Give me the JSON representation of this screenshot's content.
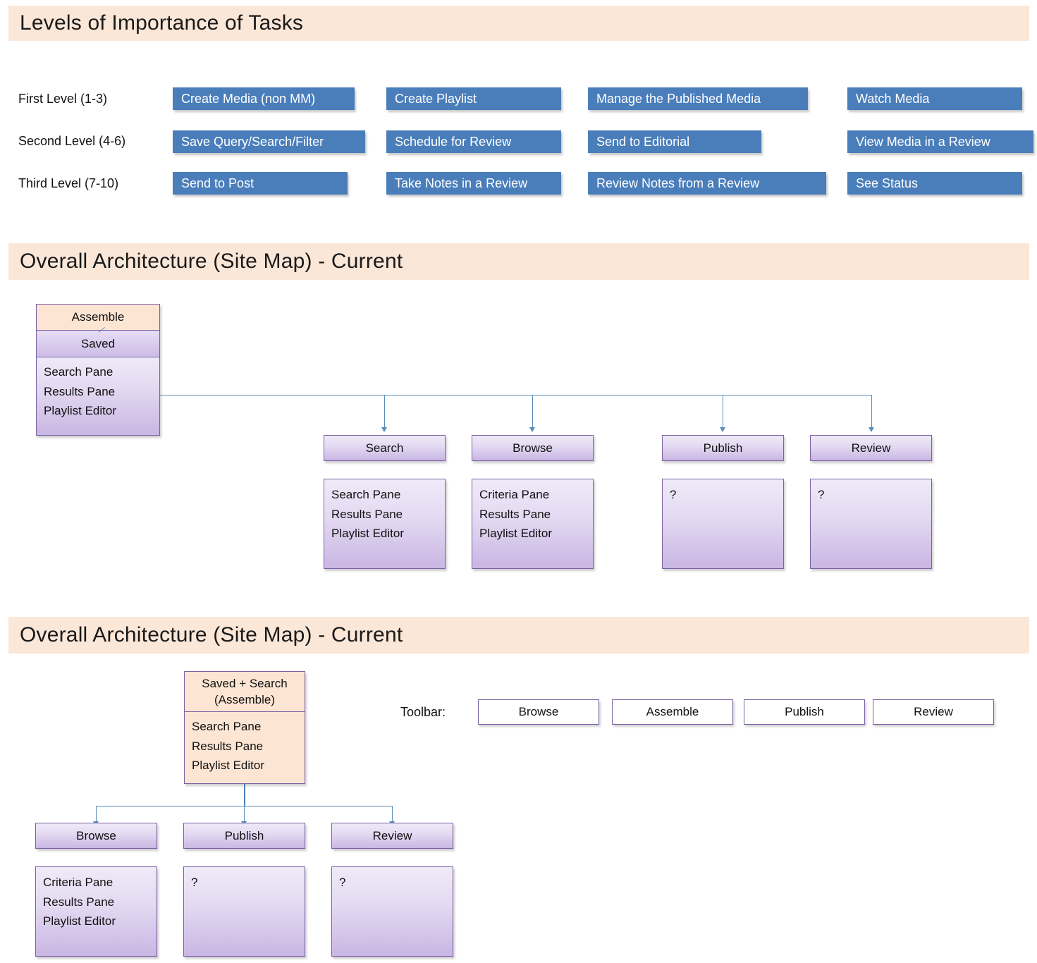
{
  "sections": [
    {
      "title": "Levels of Importance of Tasks"
    },
    {
      "title": "Overall Architecture (Site Map) - Current"
    },
    {
      "title": "Overall Architecture (Site Map) - Current"
    }
  ],
  "importance": {
    "rows": [
      {
        "label": "First Level (1-3)",
        "tasks": [
          "Create Media (non MM)",
          "Create Playlist",
          "Manage the Published Media",
          "Watch Media"
        ]
      },
      {
        "label": "Second Level (4-6)",
        "tasks": [
          "Save Query/Search/Filter",
          "Schedule for Review",
          "Send to Editorial",
          "View Media in a Review"
        ]
      },
      {
        "label": "Third Level (7-10)",
        "tasks": [
          "Send to Post",
          "Take Notes in a Review",
          "Review Notes from a Review",
          "See Status"
        ]
      }
    ],
    "chip_color": "#4A7EBB",
    "chip_text_color": "#FFFFFF"
  },
  "sitemap_current": {
    "root": {
      "title": "Assemble",
      "subtitle": "Saved",
      "panes": [
        "Search Pane",
        "Results Pane",
        "Playlist Editor"
      ]
    },
    "children": [
      {
        "label": "Search",
        "panes": [
          "Search Pane",
          "Results Pane",
          "Playlist Editor"
        ]
      },
      {
        "label": "Browse",
        "panes": [
          "Criteria Pane",
          "Results Pane",
          "Playlist Editor"
        ]
      },
      {
        "label": "Publish",
        "panes": [
          "?"
        ]
      },
      {
        "label": "Review",
        "panes": [
          "?"
        ]
      }
    ]
  },
  "sitemap_proposed": {
    "root": {
      "title_line1": "Saved + Search",
      "title_line2": "(Assemble)",
      "panes": [
        "Search Pane",
        "Results Pane",
        "Playlist Editor"
      ]
    },
    "children": [
      {
        "label": "Browse",
        "panes": [
          "Criteria Pane",
          "Results Pane",
          "Playlist Editor"
        ]
      },
      {
        "label": "Publish",
        "panes": [
          "?"
        ]
      },
      {
        "label": "Review",
        "panes": [
          "?"
        ]
      }
    ],
    "toolbar": {
      "label": "Toolbar:",
      "buttons": [
        "Browse",
        "Assemble",
        "Publish",
        "Review"
      ]
    }
  },
  "theme": {
    "banner_bg": "#FBE7D8",
    "node_border": "#7B62A3",
    "connector": "#5B8DB8",
    "peach": "#FCE5D3"
  }
}
